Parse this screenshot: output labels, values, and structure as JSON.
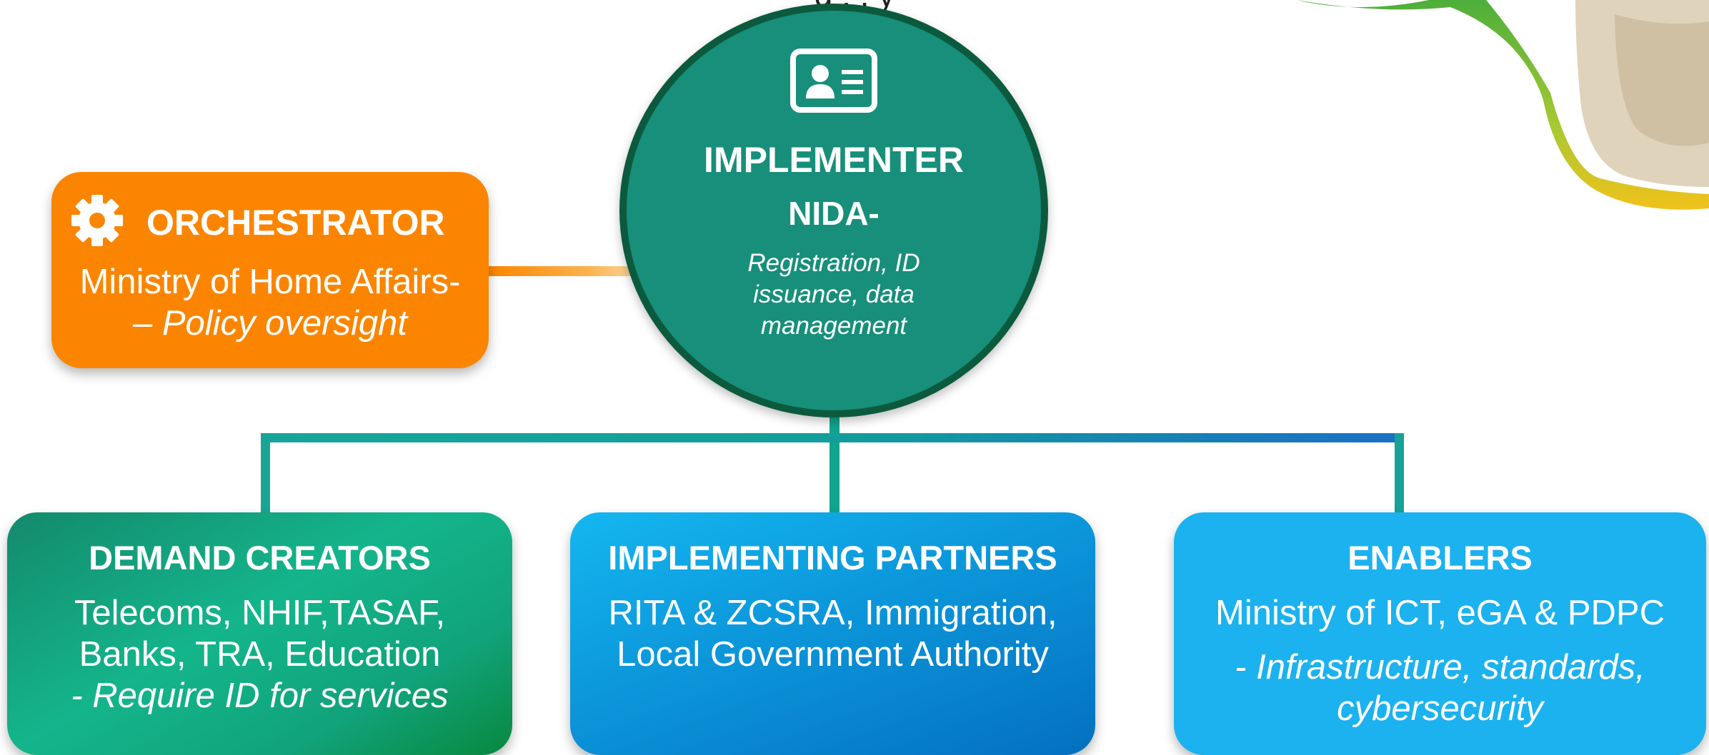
{
  "top_text": "g                 ,                  ,                        y",
  "colors": {
    "orchestrator": "#fb8500",
    "implementer": "#178f7a",
    "implementer_border": "#0c5a3e",
    "demand": "#14b58c",
    "partners": "#0b93d8",
    "enablers": "#1bb2ef",
    "connector_teal": "#13a89a",
    "connector_blue": "#1a74c8"
  },
  "orchestrator": {
    "icon": "gear-icon",
    "title": "ORCHESTRATOR",
    "body": "Ministry of Home Affairs-",
    "note": "– Policy oversight"
  },
  "implementer": {
    "icon": "id-card-icon",
    "role": "IMPLEMENTER",
    "name": "NIDA-",
    "description": "Registration, ID issuance, data management"
  },
  "demand_creators": {
    "title": "DEMAND CREATORS",
    "body_line1": "Telecoms, NHIF,TASAF,",
    "body_line2": "Banks, TRA, Education",
    "note": "- Require ID for services"
  },
  "implementing_partners": {
    "title": "IMPLEMENTING PARTNERS",
    "body_line1": "RITA & ZCSRA, Immigration,",
    "body_line2": "Local Government Authority"
  },
  "enablers": {
    "title": "ENABLERS",
    "body": "Ministry of ICT, eGA & PDPC",
    "note_line1": "- Infrastructure, standards,",
    "note_line2": "cybersecurity"
  }
}
